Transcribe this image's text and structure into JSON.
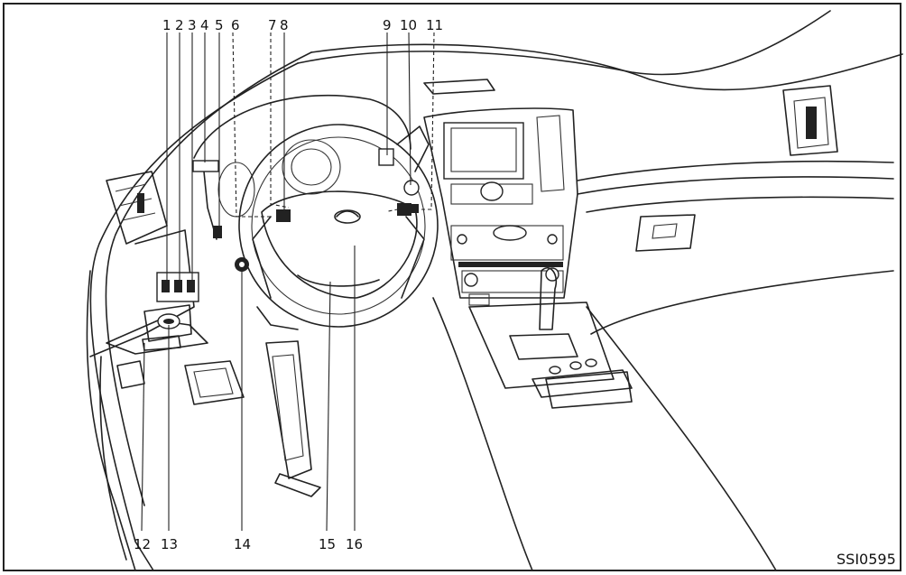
{
  "figure_code": "SSI0595",
  "callouts_top": [
    "1",
    "2",
    "3",
    "4",
    "5",
    "6",
    "7",
    "8",
    "9",
    "10",
    "11"
  ],
  "callouts_bottom": [
    "12",
    "13",
    "14",
    "15",
    "16"
  ]
}
